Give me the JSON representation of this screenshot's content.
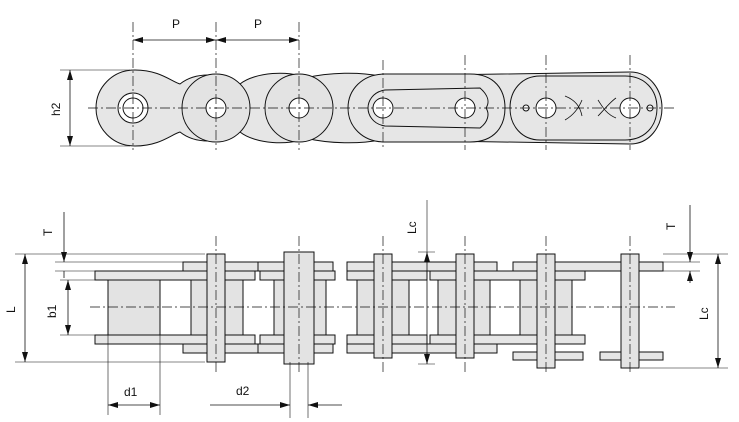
{
  "labels": {
    "pitch_1": "P",
    "pitch_2": "P",
    "plate_height": "h2",
    "plate_thickness_left": "T",
    "plate_thickness_right": "T",
    "overall_width": "L",
    "inner_width": "b1",
    "connecting_width_left": "Lc",
    "connecting_width_right": "Lc",
    "roller_diameter": "d1",
    "pin_diameter": "d2"
  }
}
